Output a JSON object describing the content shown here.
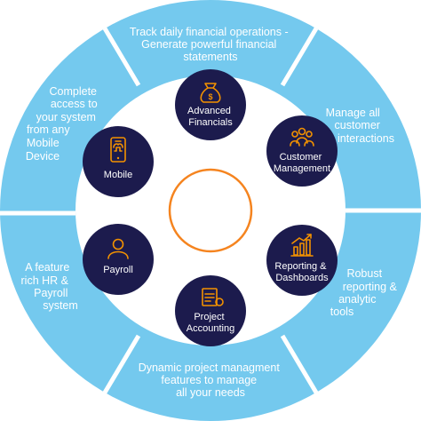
{
  "colors": {
    "ring": "#74c9ee",
    "divider": "#ffffff",
    "node": "#1c1b4d",
    "accent": "#f39200",
    "center_ring": "#f5841f"
  },
  "segments": [
    {
      "id": "top",
      "lines": [
        "Track daily financial operations -",
        "Generate  powerful financial",
        "statements"
      ]
    },
    {
      "id": "top-right",
      "lines": [
        "Manage all",
        "customer",
        "interactions"
      ]
    },
    {
      "id": "bottom-right",
      "lines": [
        "Robust",
        "reporting & ",
        "analytic",
        "tools"
      ]
    },
    {
      "id": "bottom",
      "lines": [
        "Dynamic project managment",
        "features to manage",
        "all your needs"
      ]
    },
    {
      "id": "bottom-left",
      "lines": [
        "A feature",
        "rich HR &",
        "Payroll",
        "system"
      ]
    },
    {
      "id": "top-left",
      "lines": [
        "Complete",
        "access to",
        "your system",
        "from any",
        "Mobile",
        "Device"
      ]
    }
  ],
  "nodes": [
    {
      "id": "advanced-financials",
      "icon": "money-bag-icon",
      "lines": [
        "Advanced",
        "Financials"
      ]
    },
    {
      "id": "customer-management",
      "icon": "people-group-icon",
      "lines": [
        "Customer",
        "Management"
      ]
    },
    {
      "id": "reporting-dashboards",
      "icon": "bar-chart-icon",
      "lines": [
        "Reporting &",
        "Dashboards"
      ]
    },
    {
      "id": "project-accounting",
      "icon": "invoice-icon",
      "lines": [
        "Project",
        "Accounting"
      ]
    },
    {
      "id": "payroll",
      "icon": "user-icon",
      "lines": [
        "Payroll"
      ]
    },
    {
      "id": "mobile",
      "icon": "mobile-phone-icon",
      "lines": [
        "Mobile"
      ]
    }
  ]
}
